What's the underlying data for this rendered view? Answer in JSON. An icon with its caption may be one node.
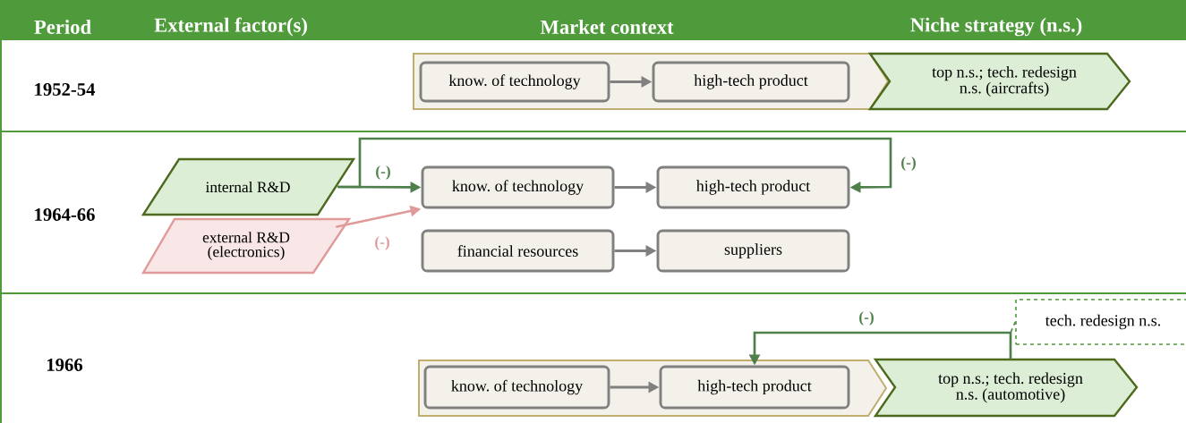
{
  "diagram": {
    "nodes": [
      {
        "text": [],
        "shape": "band"
      },
      {
        "text": [
          "know. of technology"
        ],
        "in": 0
      },
      {
        "text": [
          "high-tech product"
        ],
        "in": 0
      },
      {
        "text": [
          "top n.s.; tech. redesign n.s. (aircrafts)"
        ]
      },
      {
        "text": [
          "internal R&D"
        ]
      },
      {
        "text": [
          "external R&D (electronics)"
        ]
      },
      {
        "text": [
          "know. of technology"
        ]
      },
      {
        "text": [
          "high-tech product"
        ]
      },
      {
        "text": [
          "financial resources"
        ]
      },
      {
        "text": [
          "suppliers"
        ]
      },
      {
        "text": [],
        "shape": "band"
      },
      {
        "text": [
          "know. of technology"
        ],
        "in": 10
      },
      {
        "text": [
          "high-tech product"
        ],
        "in": 10
      },
      {
        "text": [
          "top n.s.; tech. redesign n.s. (automotive)"
        ]
      },
      {
        "text": [
          "tech. redesign n.s."
        ]
      }
    ],
    "edges": [
      {
        "from": 1,
        "to": 2,
        "arrow": "to"
      },
      {
        "from": 4,
        "to": 6,
        "arrow": "to",
        "label": "(-)",
        "color": "#4f7f4a"
      },
      {
        "from": 4,
        "to": 7,
        "arrow": "to",
        "label": "(-)",
        "color": "#4f7f4a"
      },
      {
        "from": 5,
        "to": 6,
        "arrow": "to",
        "label": "(-)",
        "color": "#e09a9a"
      },
      {
        "from": 6,
        "to": 7,
        "arrow": "to"
      },
      {
        "from": 8,
        "to": 9,
        "arrow": "to"
      },
      {
        "from": 11,
        "to": 12,
        "arrow": "to"
      },
      {
        "from": 13,
        "to": 12,
        "arrow": "to",
        "label": "(-)",
        "color": "#4f7f4a"
      },
      {
        "from": 14,
        "to": null,
        "arrow": "none",
        "style": "dashed",
        "color": "#4f7f4a"
      }
    ],
    "labels": [
      "Period",
      "External factor(s)",
      "Market context",
      "Niche strategy (n.s.)",
      "1952-54",
      "1964-66",
      "1966"
    ]
  }
}
